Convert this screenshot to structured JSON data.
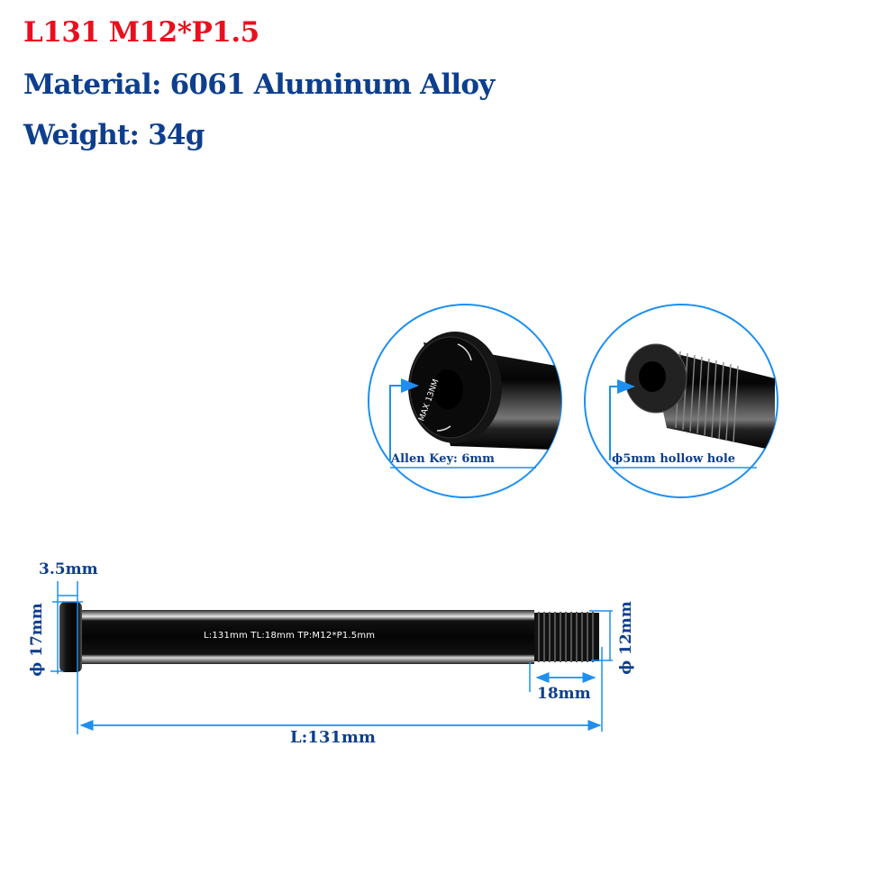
{
  "header": {
    "title": "L131 M12*P1.5",
    "material": "Material: 6061 Aluminum Alloy",
    "weight": "Weight: 34g"
  },
  "detail_views": [
    {
      "label": "Allen Key: 6mm",
      "engraving": "MAX 13NM",
      "icon": "bolt-head-detail"
    },
    {
      "label": "ϕ5mm hollow hole",
      "icon": "threaded-end-detail"
    }
  ],
  "axle": {
    "engraving": "L:131mm   TL:18mm   TP:M12*P1.5mm"
  },
  "dimensions": {
    "head_width": "3.5mm",
    "head_diameter": "ϕ 17mm",
    "thread_diameter": "ϕ 12mm",
    "thread_length": "18mm",
    "total_length": "L:131mm"
  },
  "colors": {
    "title_red": "#e8101e",
    "text_blue": "#0e3f8e",
    "dimension_line": "#1e8ff0",
    "metal": "#0c0c0c"
  }
}
